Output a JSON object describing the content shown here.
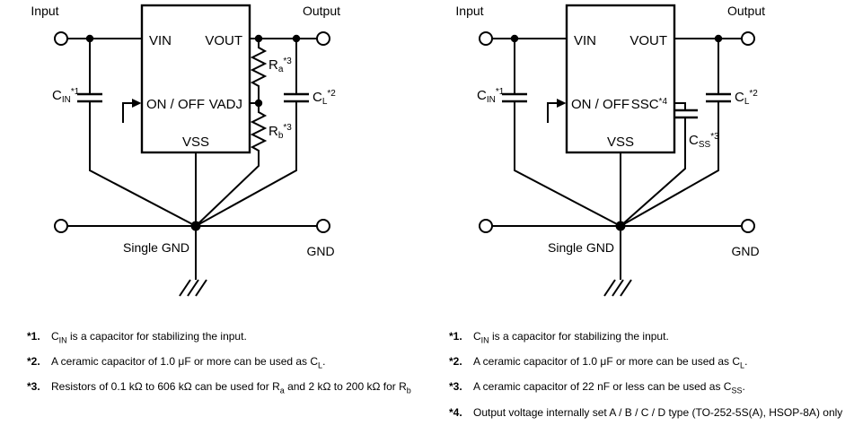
{
  "page": {
    "background": "#ffffff",
    "line_color": "#000000"
  },
  "circuit_left": {
    "input_label": "Input",
    "output_label": "Output",
    "single_gnd_label": "Single GND",
    "gnd_label": "GND",
    "pins": {
      "vin": "VIN",
      "vout": "VOUT",
      "onoff": "ON / OFF",
      "adj": "VADJ",
      "vss": "VSS"
    },
    "labels": {
      "cin": {
        "base": "C",
        "sub": "IN",
        "sup": "*1"
      },
      "ra": {
        "base": "R",
        "sub": "a",
        "sup": "*3"
      },
      "rb": {
        "base": "R",
        "sub": "b",
        "sup": "*3"
      },
      "cl": {
        "base": "C",
        "sub": "L",
        "sup": "*2"
      }
    }
  },
  "circuit_right": {
    "input_label": "Input",
    "output_label": "Output",
    "single_gnd_label": "Single GND",
    "gnd_label": "GND",
    "pins": {
      "vin": "VIN",
      "vout": "VOUT",
      "onoff": "ON / OFF",
      "ssc": {
        "base": "SSC",
        "sup": "*4"
      },
      "vss": "VSS"
    },
    "labels": {
      "cin": {
        "base": "C",
        "sub": "IN",
        "sup": "*1"
      },
      "css": {
        "base": "C",
        "sub": "SS",
        "sup": "*3"
      },
      "cl": {
        "base": "C",
        "sub": "L",
        "sup": "*2"
      }
    }
  },
  "notes_left": [
    {
      "marker": "*1.",
      "segments": [
        {
          "t": "C"
        },
        {
          "t": "IN",
          "s": "sub"
        },
        {
          "t": " is a capacitor for stabilizing the input."
        }
      ]
    },
    {
      "marker": "*2.",
      "segments": [
        {
          "t": "A ceramic capacitor of 1.0 μF or more can be used as C"
        },
        {
          "t": "L",
          "s": "sub"
        },
        {
          "t": "."
        }
      ]
    },
    {
      "marker": "*3.",
      "segments": [
        {
          "t": "Resistors of 0.1 kΩ to 606 kΩ can be used for R"
        },
        {
          "t": "a",
          "s": "sub"
        },
        {
          "t": " and 2 kΩ to 200 kΩ for R"
        },
        {
          "t": "b",
          "s": "sub"
        }
      ]
    }
  ],
  "notes_right": [
    {
      "marker": "*1.",
      "segments": [
        {
          "t": "C"
        },
        {
          "t": "IN",
          "s": "sub"
        },
        {
          "t": " is a capacitor for stabilizing the input."
        }
      ]
    },
    {
      "marker": "*2.",
      "segments": [
        {
          "t": "A ceramic capacitor of 1.0 μF or more can be used as C"
        },
        {
          "t": "L",
          "s": "sub"
        },
        {
          "t": "."
        }
      ]
    },
    {
      "marker": "*3.",
      "segments": [
        {
          "t": "A ceramic capacitor of 22 nF or less can be used as C"
        },
        {
          "t": "SS",
          "s": "sub"
        },
        {
          "t": "."
        }
      ]
    },
    {
      "marker": "*4.",
      "segments": [
        {
          "t": "Output voltage internally set A / B / C / D type (TO-252-5S(A), HSOP-8A) only"
        }
      ]
    }
  ]
}
